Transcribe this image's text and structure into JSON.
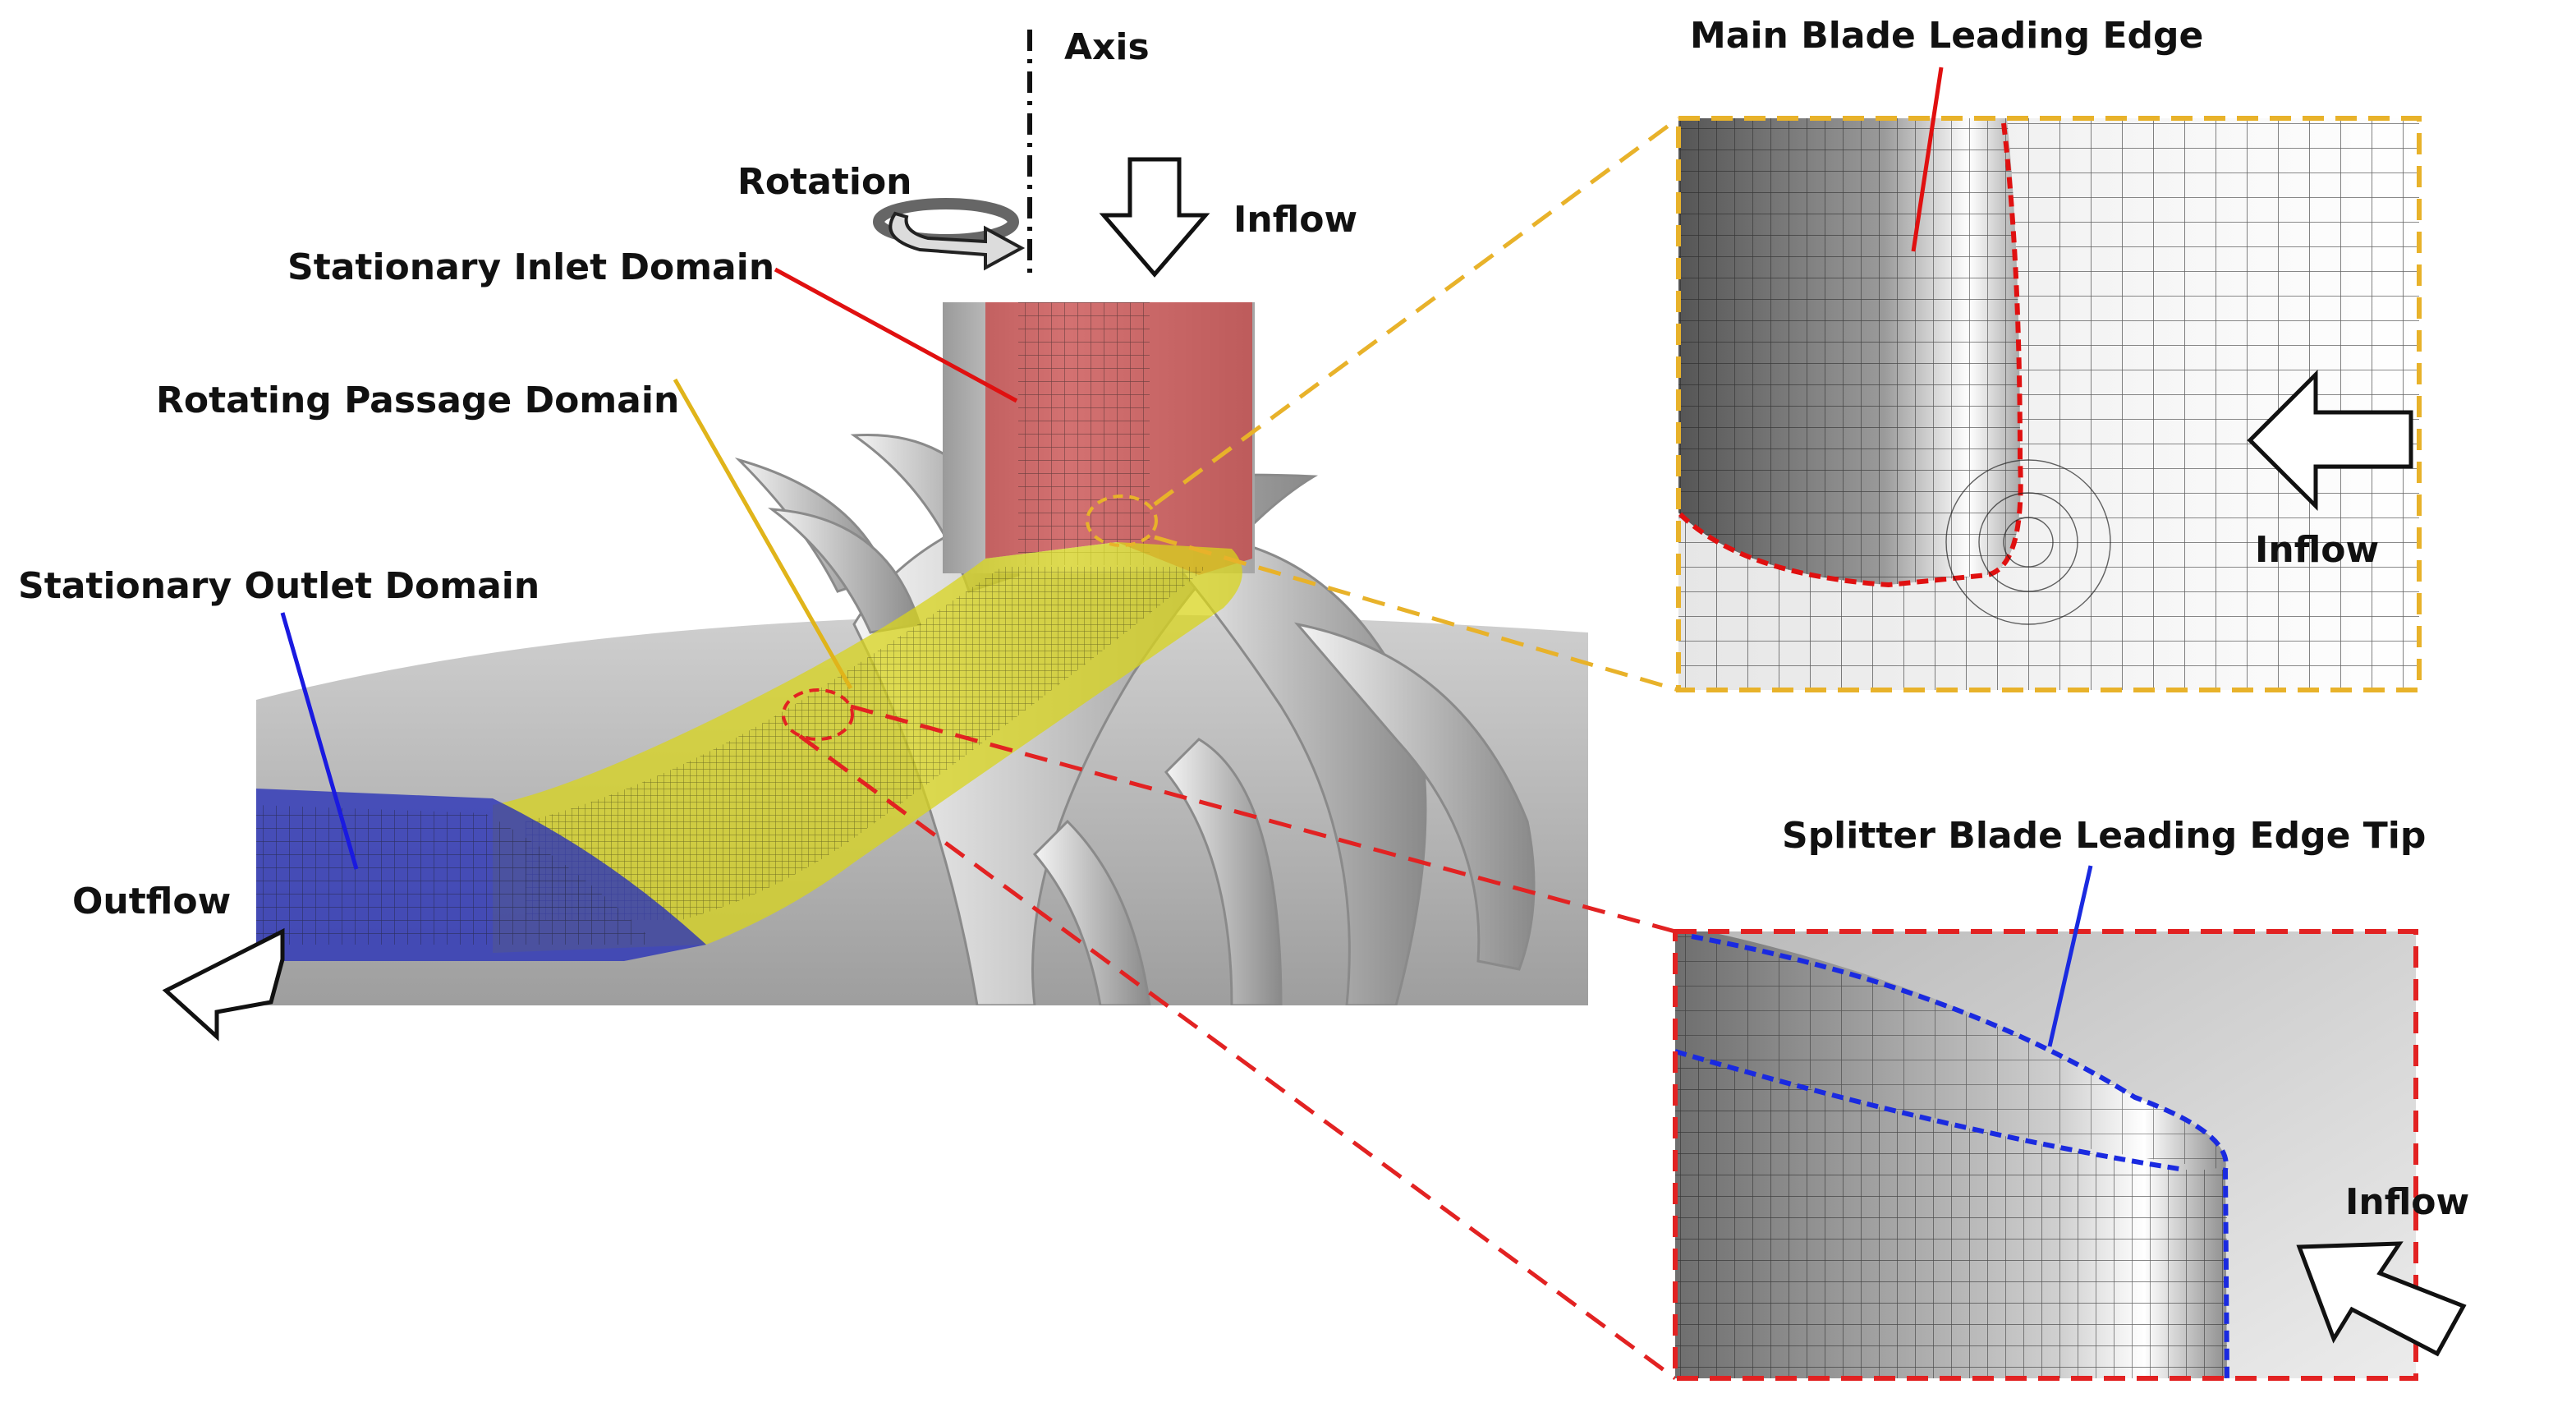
{
  "labels": {
    "axis": "Axis",
    "rotation": "Rotation",
    "inflow_top": "Inflow",
    "stationary_inlet": "Stationary Inlet Domain",
    "rotating_passage": "Rotating Passage Domain",
    "stationary_outlet": "Stationary Outlet Domain",
    "outflow": "Outflow",
    "main_blade_le": "Main Blade Leading Edge",
    "inflow_inset_top": "Inflow",
    "splitter_le_tip": "Splitter Blade Leading Edge Tip",
    "inflow_inset_bottom": "Inflow"
  },
  "colors": {
    "inlet_domain": "#c83c3c",
    "passage_domain": "#d8d41c",
    "outlet_domain": "#2b33b8",
    "main_callout": "#e8b22a",
    "splitter_callout": "#e22222",
    "inlet_leader": "#e01010",
    "passage_leader": "#e0b41a",
    "outlet_leader": "#1a1ae0",
    "main_le_highlight": "#e01010",
    "splitter_tip_highlight": "#1a2ae0",
    "blade_surface": "#c8c8c8"
  }
}
